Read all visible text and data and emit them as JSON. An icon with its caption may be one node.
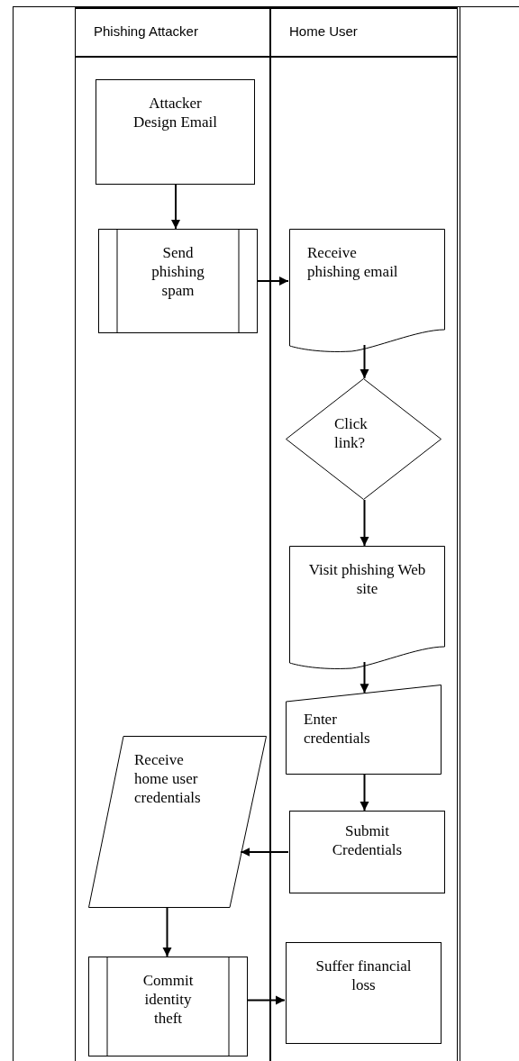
{
  "diagram": {
    "nodes": [
      {
        "text": [
          "Phishing Attacker"
        ]
      },
      {
        "text": [
          "Home User"
        ]
      },
      {
        "text": [
          "Attacker Design Email"
        ],
        "in": 0
      },
      {
        "text": [
          "Send phishing spam"
        ],
        "in": 0
      },
      {
        "text": [
          "Receive phishing email"
        ],
        "in": 1
      },
      {
        "text": [
          "Click link?"
        ],
        "in": 1
      },
      {
        "text": [
          "Visit phishing Web site"
        ],
        "in": 1
      },
      {
        "text": [
          "Enter credentials"
        ],
        "in": 1
      },
      {
        "text": [
          "Submit Credentials"
        ],
        "in": 1
      },
      {
        "text": [
          "Receive home user credentials"
        ],
        "in": 0
      },
      {
        "text": [
          "Commit identity theft"
        ],
        "in": 0
      },
      {
        "text": [
          "Suffer financial loss"
        ],
        "in": 1
      }
    ],
    "edges": [
      {
        "from": 2,
        "to": 3,
        "arrow": "to"
      },
      {
        "from": 3,
        "to": 4,
        "arrow": "to"
      },
      {
        "from": 4,
        "to": 5,
        "arrow": "to"
      },
      {
        "from": 5,
        "to": 6,
        "arrow": "to"
      },
      {
        "from": 6,
        "to": 7,
        "arrow": "to"
      },
      {
        "from": 7,
        "to": 8,
        "arrow": "to"
      },
      {
        "from": 8,
        "to": 9,
        "arrow": "to"
      },
      {
        "from": 9,
        "to": 10,
        "arrow": "to"
      },
      {
        "from": 10,
        "to": 11,
        "arrow": "to"
      }
    ]
  }
}
